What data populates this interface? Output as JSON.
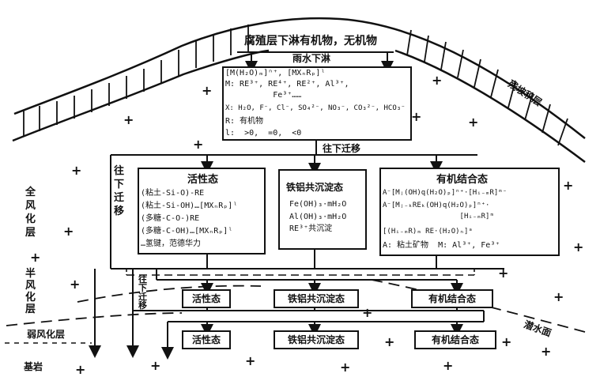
{
  "header": {
    "top_label": "腐殖层下淋有机物，无机物",
    "rain_label": "雨水下淋"
  },
  "source_box": {
    "lines": [
      "[M(H₂O)ₘ]ⁿ⁺, [MXₙRₚ]ˡ",
      "M: RE³⁺, RE⁴⁺, RE²⁺, Al³⁺,",
      "          Fe³⁺……",
      "X: H₂O, F⁻, Cl⁻, SO₄²⁻, NO₃⁻, CO₃²⁻, HCO₃⁻",
      "R: 有机物",
      "l:  >0,  =0,  <0"
    ]
  },
  "flow_labels": {
    "down_1": "往下迁移",
    "down_left": [
      "往",
      "下",
      "迁",
      "移"
    ],
    "down_2": [
      "往",
      "下",
      "迁",
      "移"
    ]
  },
  "slope_label": "残坡积层",
  "water_table_label": "潜水面",
  "layers": {
    "full": [
      "全",
      "风",
      "化",
      "层"
    ],
    "half": [
      "半",
      "风",
      "化",
      "层"
    ],
    "weak": "弱风化层",
    "bedrock": "基岩"
  },
  "main_boxes": {
    "active": {
      "title": "活性态",
      "lines": [
        "(粘土-Si-O)-RE",
        "(粘土-Si-OH)…[MXₙRₚ]ˡ",
        "(多糖-C-O-)RE",
        "(多糖-C-OH)…[MXₙRₚ]ˡ",
        "…氢键，范德华力"
      ]
    },
    "fe_al": {
      "title": "铁铝共沉淀态",
      "lines": [
        "Fe(OH)₃·mH₂O",
        "Al(OH)₃·mH₂O",
        "RE³⁺共沉淀"
      ]
    },
    "organic": {
      "title": "有机结合态",
      "lines": [
        "A⁻[Mⱼ(OH)q(H₂O)ₚ]ⁿ⁺·[Hᵢ₋ₘR]ᵐ⁻",
        "A⁻[Mⱼ₋ₖREₖ(OH)q(H₂O)ₚ]ⁿ⁺·",
        "                  [Hᵢ₋ₘR]ᵐ",
        "[(Hᵢ₋ₘR)ₘ RE·(H₂O)ₙ]ᵃ",
        "A: 粘土矿物  M: Al³⁺, Fe³⁺"
      ]
    }
  },
  "row2": {
    "active": "活性态",
    "fe_al": "铁铝共沉淀态",
    "organic": "有机结合态"
  },
  "row3": {
    "active": "活性态",
    "fe_al": "铁铝共沉淀态",
    "organic": "有机结合态"
  },
  "plus_sign": "+"
}
